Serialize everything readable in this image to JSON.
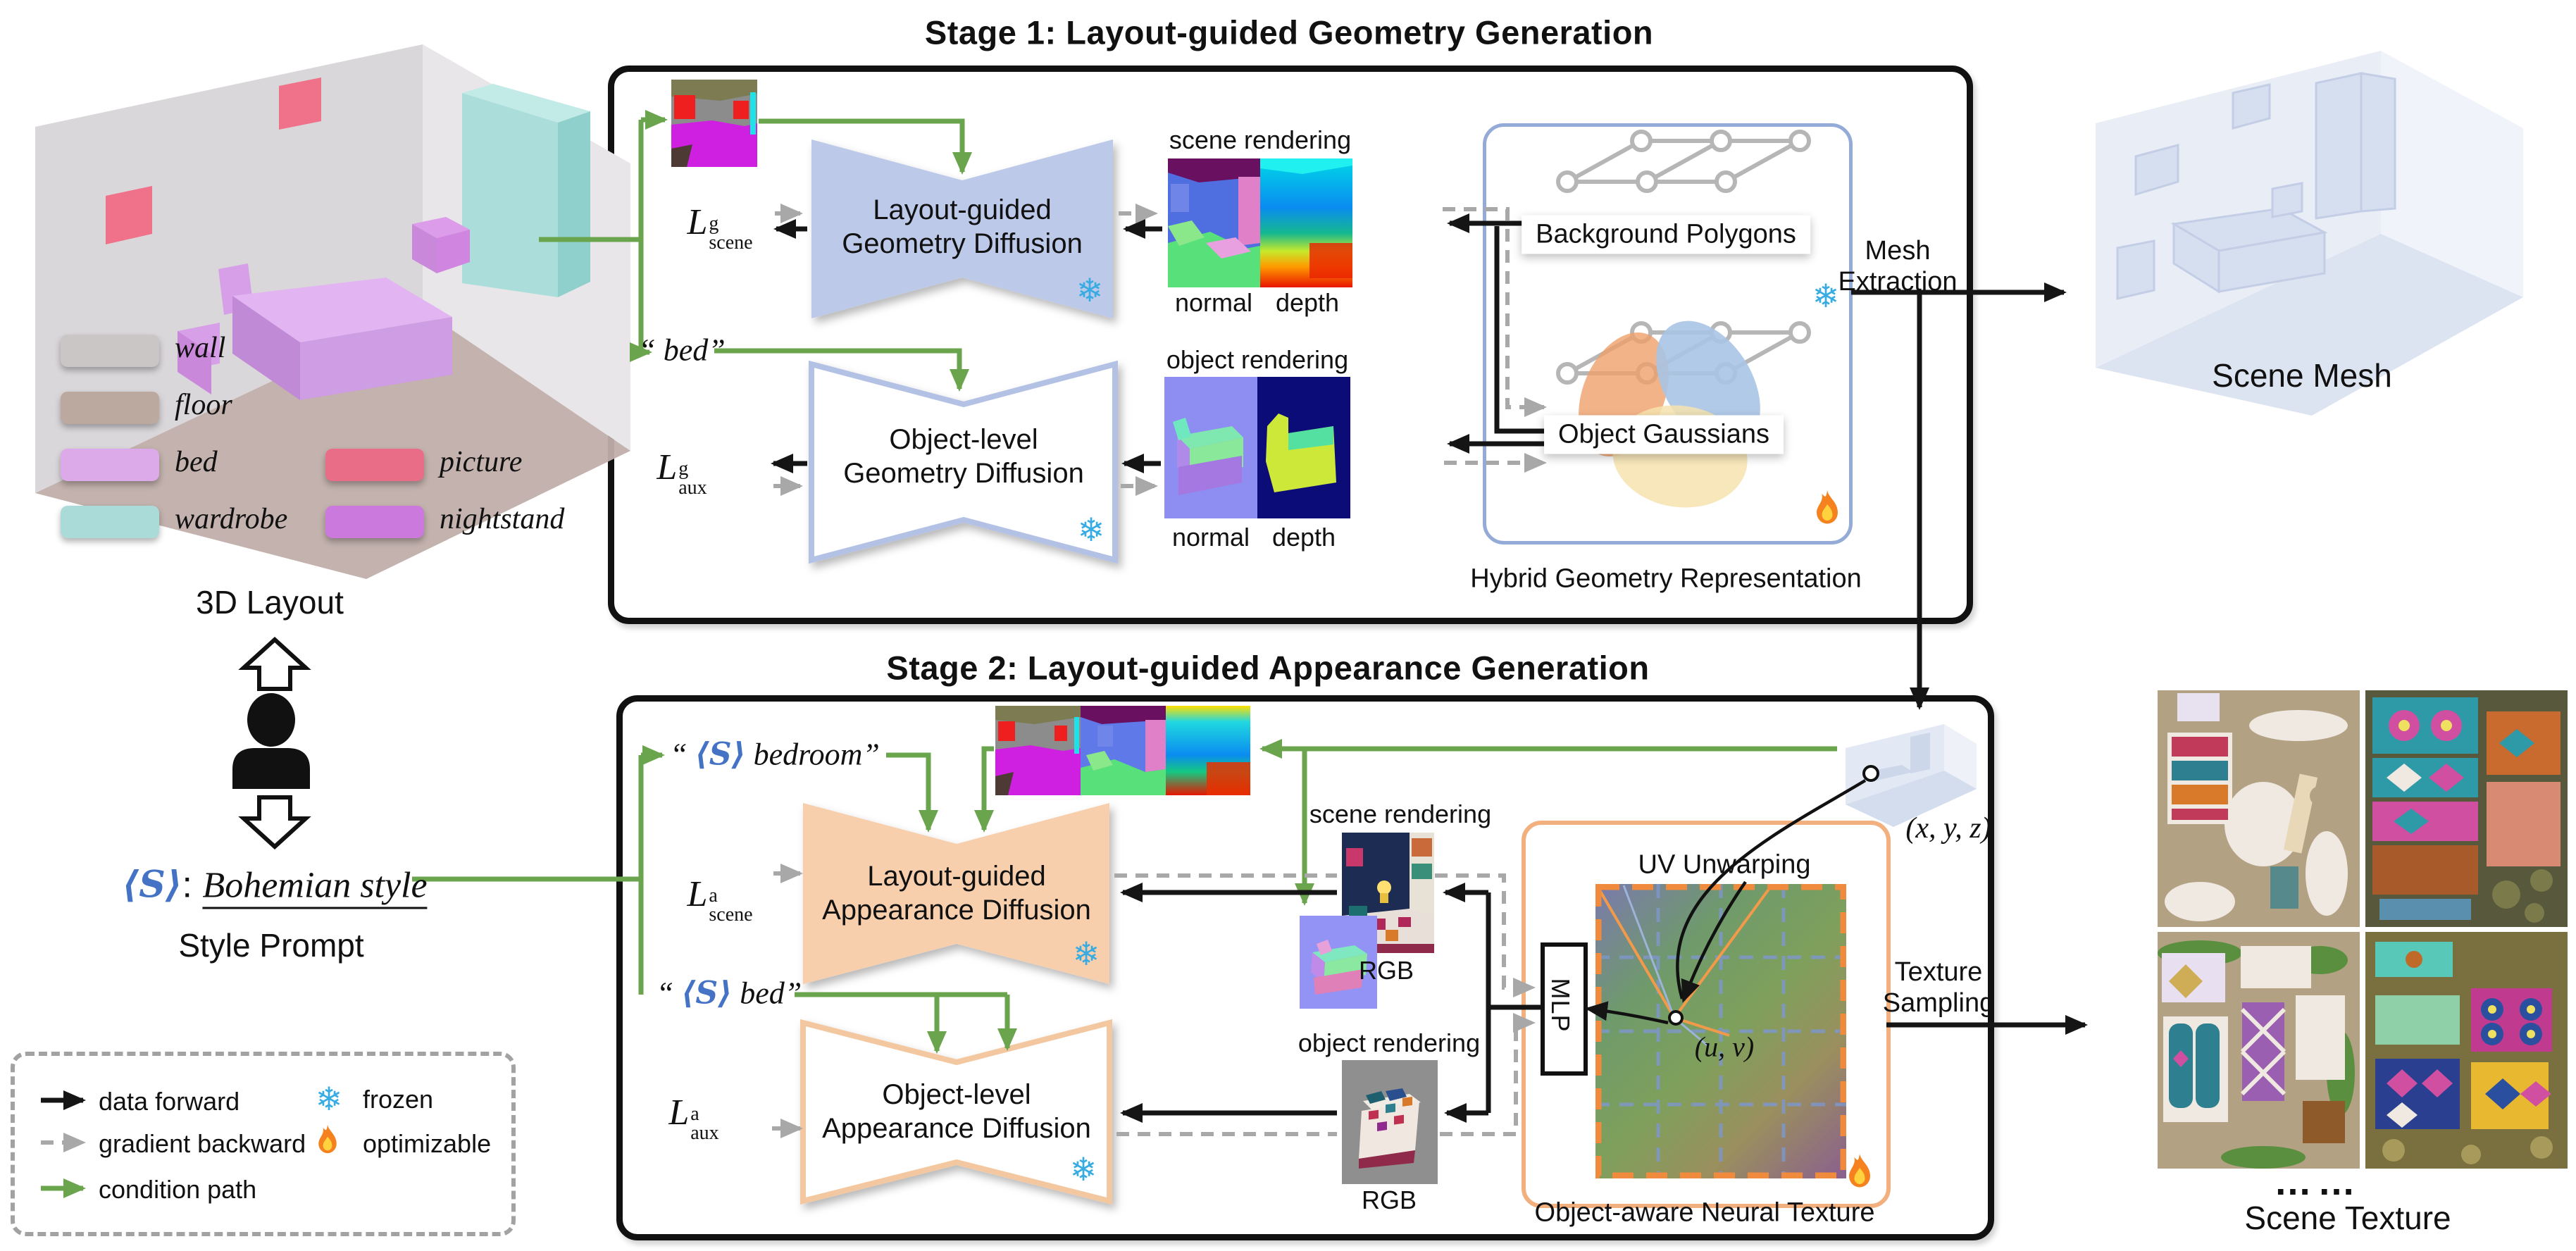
{
  "titles": {
    "stage1": "Stage 1: Layout-guided Geometry Generation",
    "stage2": "Stage 2: Layout-guided Appearance Generation"
  },
  "left": {
    "layout_label": "3D Layout",
    "style_prompt_label": "Style Prompt",
    "style_token": "⟨S⟩",
    "style_colon": ":",
    "style_value": "Bohemian style",
    "layout_legend": [
      {
        "label": "wall",
        "color": "#c9c6c5"
      },
      {
        "label": "floor",
        "color": "#bba89f"
      },
      {
        "label": "bed",
        "color": "#dcaae8"
      },
      {
        "label": "wardrobe",
        "color": "#abdbd8"
      },
      {
        "label": "picture",
        "color": "#e96d86"
      },
      {
        "label": "nightstand",
        "color": "#cb79dd"
      }
    ]
  },
  "legend": {
    "items": [
      {
        "label": "data forward"
      },
      {
        "label": "gradient backward"
      },
      {
        "label": "condition path"
      },
      {
        "label": "frozen"
      },
      {
        "label": "optimizable"
      }
    ]
  },
  "stage1": {
    "prompt_bed": "“ bed”",
    "loss_scene": {
      "letter": "L",
      "sup": "g",
      "sub": "scene"
    },
    "loss_aux": {
      "letter": "L",
      "sup": "g",
      "sub": "aux"
    },
    "scene_diffusion": {
      "line1": "Layout-guided",
      "line2": "Geometry Diffusion"
    },
    "object_diffusion": {
      "line1": "Object-level",
      "line2": "Geometry Diffusion"
    },
    "scene_rendering": "scene rendering",
    "object_rendering": "object rendering",
    "normal": "normal",
    "depth": "depth",
    "background_polygons": "Background Polygons",
    "object_gaussians": "Object Gaussians",
    "hybrid_caption": "Hybrid Geometry Representation",
    "mesh_extraction": {
      "line1": "Mesh",
      "line2": "Extraction"
    }
  },
  "stage2": {
    "prompt_bedroom": {
      "open": "“ ",
      "token": "⟨S⟩",
      "rest": " bedroom”"
    },
    "prompt_bed": {
      "open": "“ ",
      "token": "⟨S⟩",
      "rest": " bed”"
    },
    "loss_scene": {
      "letter": "L",
      "sup": "a",
      "sub": "scene"
    },
    "loss_aux": {
      "letter": "L",
      "sup": "a",
      "sub": "aux"
    },
    "scene_diffusion": {
      "line1": "Layout-guided",
      "line2": "Appearance Diffusion"
    },
    "object_diffusion": {
      "line1": "Object-level",
      "line2": "Appearance Diffusion"
    },
    "scene_rendering": "scene rendering",
    "object_rendering": "object rendering",
    "rgb": "RGB",
    "uv_unwarping": "UV Unwarping",
    "uv_point": "(u, v)",
    "xyz_point": "(x, y, z)",
    "mlp": "MLP",
    "neural_texture_caption": "Object-aware Neural Texture",
    "texture_sampling": {
      "line1": "Texture",
      "line2": "Sampling"
    }
  },
  "right": {
    "scene_mesh": "Scene Mesh",
    "scene_texture": "Scene Texture",
    "ellipsis": "……"
  },
  "icons": {
    "frozen": "❄"
  },
  "colors": {
    "condition_green": "#6aa44c",
    "gradient_gray": "#a8a8a8",
    "data_black": "#151515",
    "geometry_fill": "#bcc9e9",
    "appearance_fill": "#f7cfad",
    "token_blue": "#4472c4",
    "frozen_blue": "#38ace2",
    "flame_orange": "#f5821f"
  }
}
